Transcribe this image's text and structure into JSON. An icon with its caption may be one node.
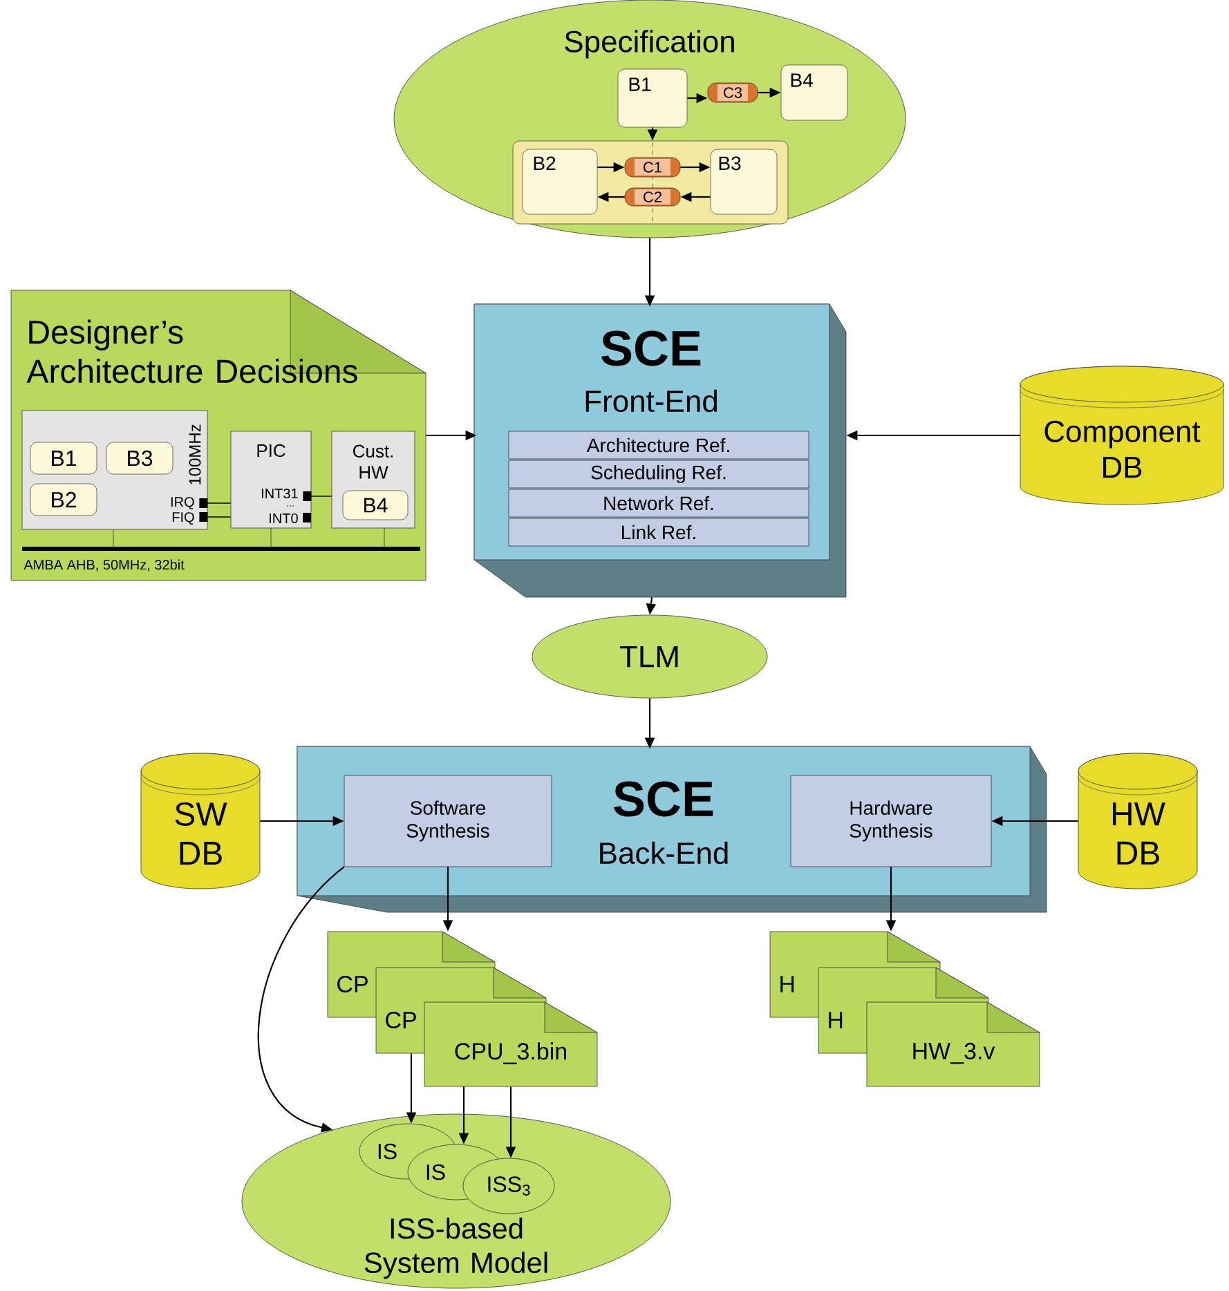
{
  "diagram": {
    "nodes": [
      {
        "text": [
          "Specification"
        ]
      },
      {
        "text": [
          "B1"
        ],
        "in": 0
      },
      {
        "text": [
          "C3"
        ],
        "in": 0
      },
      {
        "text": [
          "B4"
        ],
        "in": 0
      },
      {
        "text": [],
        "shape": "box",
        "in": 0
      },
      {
        "text": [
          "B2"
        ],
        "in": 4
      },
      {
        "text": [
          "C1"
        ],
        "in": 4
      },
      {
        "text": [
          "C2"
        ],
        "in": 4
      },
      {
        "text": [
          "B3"
        ],
        "in": 4
      },
      {
        "text": [
          "Designer’s Architecture Decisions"
        ]
      },
      {
        "text": [
          "100MHz",
          "IRQ",
          "FIQ"
        ],
        "in": 9
      },
      {
        "text": [
          "B1"
        ],
        "in": 10
      },
      {
        "text": [
          "B3"
        ],
        "in": 10
      },
      {
        "text": [
          "B2"
        ],
        "in": 10
      },
      {
        "text": [
          "PIC",
          "INT31",
          "...",
          "INT0"
        ],
        "in": 9
      },
      {
        "text": [
          "Cust. HW"
        ],
        "in": 9
      },
      {
        "text": [
          "B4"
        ],
        "in": 15
      },
      {
        "text": [
          "SCE",
          "Front-End"
        ]
      },
      {
        "text": [
          "Architecture Ref."
        ],
        "in": 17
      },
      {
        "text": [
          "Scheduling Ref."
        ],
        "in": 17
      },
      {
        "text": [
          "Network Ref."
        ],
        "in": 17
      },
      {
        "text": [
          "Link Ref."
        ],
        "in": 17
      },
      {
        "text": [
          "Component DB"
        ]
      },
      {
        "text": [
          "TLM"
        ]
      },
      {
        "text": [
          "SCE",
          "Back-End"
        ]
      },
      {
        "text": [
          "Software Synthesis"
        ],
        "in": 24
      },
      {
        "text": [
          "Hardware Synthesis"
        ],
        "in": 24
      },
      {
        "text": [
          "SW DB"
        ]
      },
      {
        "text": [
          "HW DB"
        ]
      },
      {
        "text": [
          "CP"
        ]
      },
      {
        "text": [
          "CP"
        ]
      },
      {
        "text": [
          "CPU_3.bin"
        ]
      },
      {
        "text": [
          "H"
        ]
      },
      {
        "text": [
          "H"
        ]
      },
      {
        "text": [
          "HW_3.v"
        ]
      },
      {
        "text": [
          "ISS-based System Model"
        ]
      },
      {
        "text": [
          "IS"
        ],
        "in": 35
      },
      {
        "text": [
          "IS"
        ],
        "in": 35
      },
      {
        "text": [
          "ISS$_{3}$"
        ],
        "in": 35
      }
    ],
    "edges": [
      {
        "from": 1,
        "to": 2,
        "arrow": "to"
      },
      {
        "from": 2,
        "to": 3,
        "arrow": "to"
      },
      {
        "from": 1,
        "to": 4,
        "arrow": "to"
      },
      {
        "from": 5,
        "to": 6,
        "arrow": "to"
      },
      {
        "from": 6,
        "to": 8,
        "arrow": "to"
      },
      {
        "from": 8,
        "to": 7,
        "arrow": "to"
      },
      {
        "from": 7,
        "to": 5,
        "arrow": "to"
      },
      {
        "from": 10,
        "to": 14,
        "arrow": "other"
      },
      {
        "from": 10,
        "to": 14,
        "arrow": "other"
      },
      {
        "from": 14,
        "to": 15,
        "arrow": "other"
      },
      {
        "from": 0,
        "to": 17,
        "arrow": "to"
      },
      {
        "from": 9,
        "to": 17,
        "arrow": "to"
      },
      {
        "from": 22,
        "to": 17,
        "arrow": "to"
      },
      {
        "from": 17,
        "to": 23,
        "arrow": "to"
      },
      {
        "from": 23,
        "to": 24,
        "arrow": "to"
      },
      {
        "from": 27,
        "to": 25,
        "arrow": "to"
      },
      {
        "from": 28,
        "to": 26,
        "arrow": "to"
      },
      {
        "from": 25,
        "to": 29,
        "arrow": "to"
      },
      {
        "from": 26,
        "to": 32,
        "arrow": "to"
      },
      {
        "from": 25,
        "to": 35,
        "arrow": "to"
      },
      {
        "from": 30,
        "to": 36,
        "arrow": "to"
      },
      {
        "from": 31,
        "to": 37,
        "arrow": "to"
      },
      {
        "from": 31,
        "to": 38,
        "arrow": "to"
      }
    ],
    "labels": [
      "AMBA AHB, 50MHz, 32bit"
    ]
  }
}
